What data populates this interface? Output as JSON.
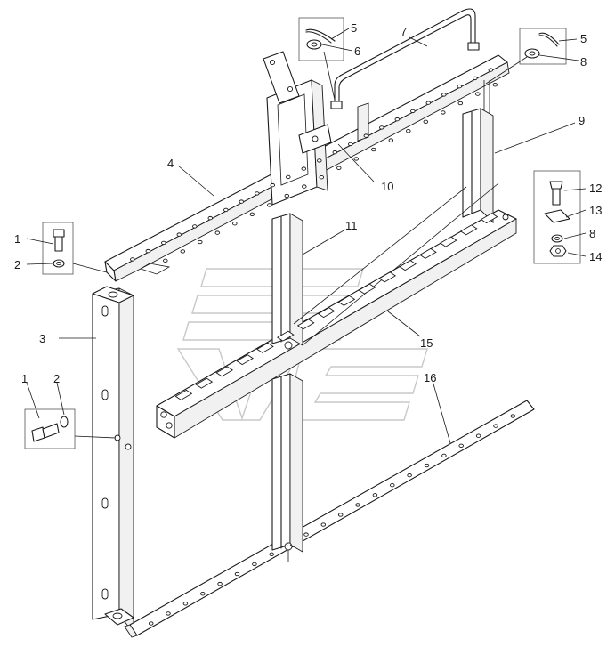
{
  "callouts": [
    {
      "id": "c1a",
      "text": "1"
    },
    {
      "id": "c2a",
      "text": "2"
    },
    {
      "id": "c3",
      "text": "3"
    },
    {
      "id": "c4",
      "text": "4"
    },
    {
      "id": "c5a",
      "text": "5"
    },
    {
      "id": "c6",
      "text": "6"
    },
    {
      "id": "c7",
      "text": "7"
    },
    {
      "id": "c5b",
      "text": "5"
    },
    {
      "id": "c8a",
      "text": "8"
    },
    {
      "id": "c9",
      "text": "9"
    },
    {
      "id": "c10",
      "text": "10"
    },
    {
      "id": "c11",
      "text": "11"
    },
    {
      "id": "c12",
      "text": "12"
    },
    {
      "id": "c13",
      "text": "13"
    },
    {
      "id": "c8b",
      "text": "8"
    },
    {
      "id": "c14",
      "text": "14"
    },
    {
      "id": "c15",
      "text": "15"
    },
    {
      "id": "c16",
      "text": "16"
    },
    {
      "id": "c1b",
      "text": "1"
    },
    {
      "id": "c2b",
      "text": "2"
    }
  ]
}
